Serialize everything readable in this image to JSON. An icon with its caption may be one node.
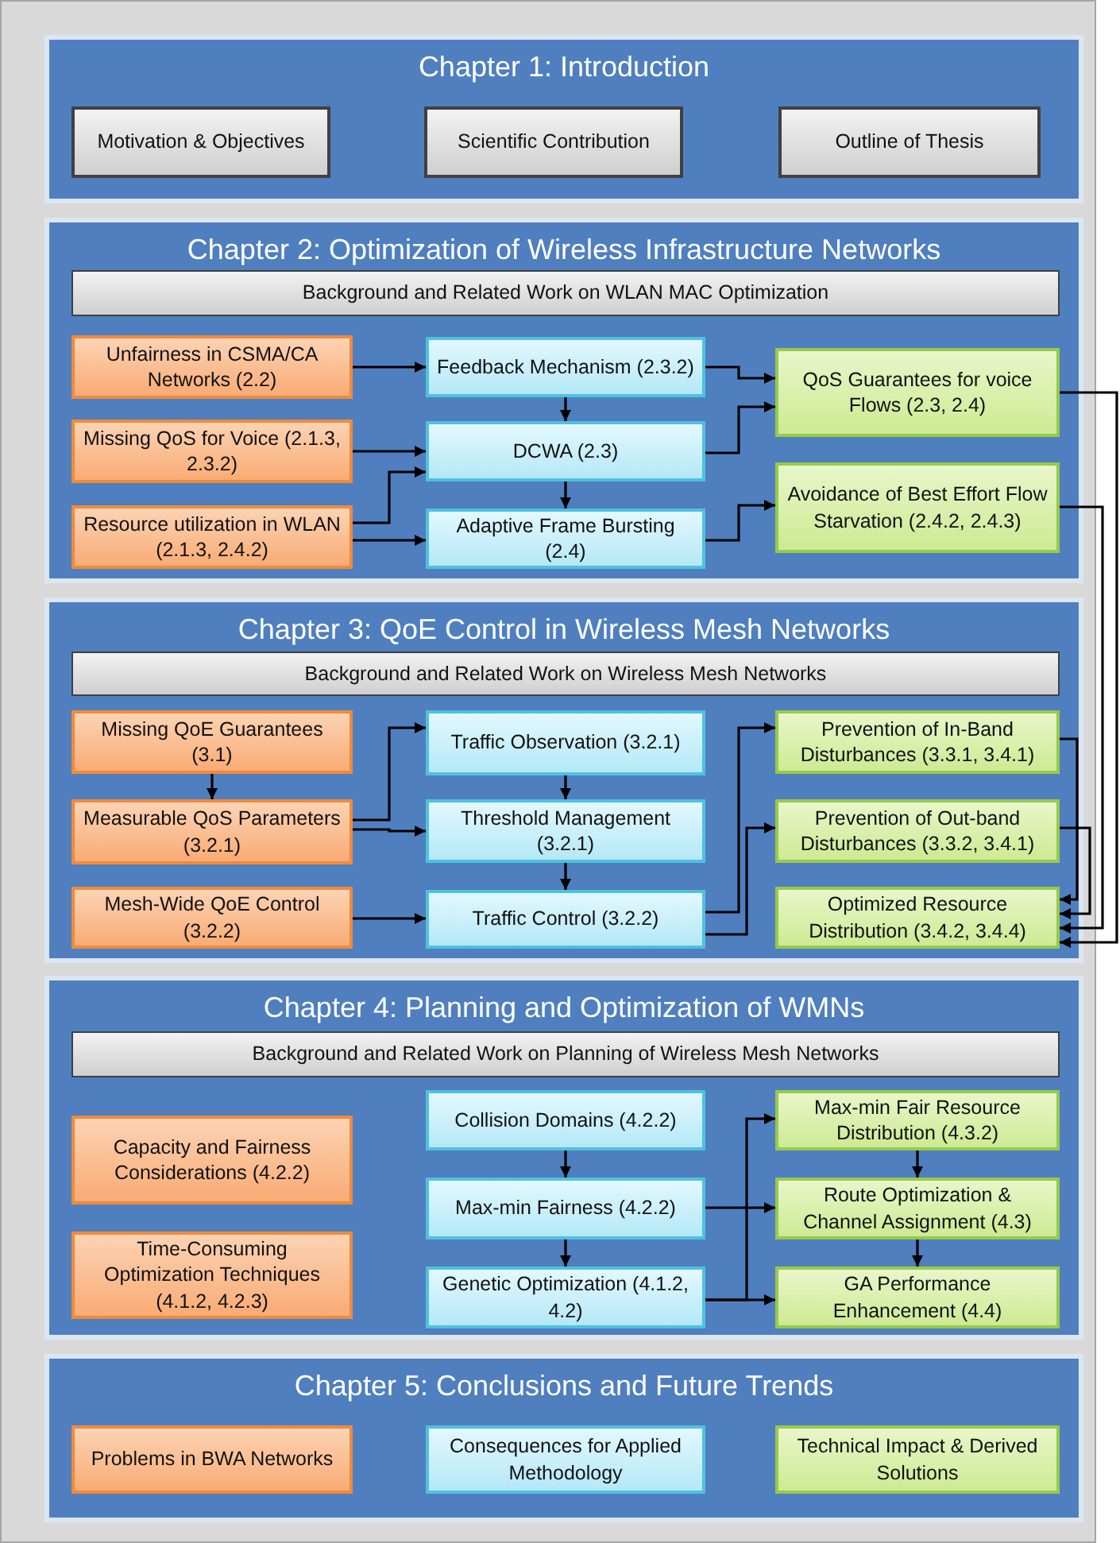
{
  "diagram": {
    "nodes": [
      {
        "text": [
          "Chapter 1: Introduction"
        ]
      },
      {
        "text": [
          "Motivation & Objectives"
        ],
        "in": 0
      },
      {
        "text": [
          "Scientific Contribution"
        ],
        "in": 0
      },
      {
        "text": [
          "Outline of Thesis"
        ],
        "in": 0
      },
      {
        "text": [
          "Chapter 2: Optimization of Wireless Infrastructure Networks"
        ]
      },
      {
        "text": [
          "Background and Related Work on WLAN MAC Optimization"
        ],
        "in": 4
      },
      {
        "text": [
          "Unfairness in CSMA/CA Networks (2.2)"
        ],
        "in": 4
      },
      {
        "text": [
          "Missing QoS for Voice (2.1.3, 2.3.2)"
        ],
        "in": 4
      },
      {
        "text": [
          "Resource utilization in WLAN (2.1.3, 2.4.2)"
        ],
        "in": 4
      },
      {
        "text": [
          "Feedback Mechanism (2.3.2)"
        ],
        "in": 4
      },
      {
        "text": [
          "DCWA (2.3)"
        ],
        "in": 4
      },
      {
        "text": [
          "Adaptive Frame Bursting (2.4)"
        ],
        "in": 4
      },
      {
        "text": [
          "QoS Guarantees for voice Flows (2.3, 2.4)"
        ],
        "in": 4
      },
      {
        "text": [
          "Avoidance of Best Effort Flow Starvation (2.4.2, 2.4.3)"
        ],
        "in": 4
      },
      {
        "text": [
          "Chapter 3: QoE Control in Wireless Mesh Networks"
        ]
      },
      {
        "text": [
          "Background and Related Work on Wireless Mesh Networks"
        ],
        "in": 14
      },
      {
        "text": [
          "Missing QoE Guarantees (3.1)"
        ],
        "in": 14
      },
      {
        "text": [
          "Measurable QoS Parameters (3.2.1)"
        ],
        "in": 14
      },
      {
        "text": [
          "Mesh-Wide QoE Control (3.2.2)"
        ],
        "in": 14
      },
      {
        "text": [
          "Traffic Observation (3.2.1)"
        ],
        "in": 14
      },
      {
        "text": [
          "Threshold Management (3.2.1)"
        ],
        "in": 14
      },
      {
        "text": [
          "Traffic Control (3.2.2)"
        ],
        "in": 14
      },
      {
        "text": [
          "Prevention of In-Band Disturbances (3.3.1, 3.4.1)"
        ],
        "in": 14
      },
      {
        "text": [
          "Prevention of Out-band Disturbances (3.3.2, 3.4.1)"
        ],
        "in": 14
      },
      {
        "text": [
          "Optimized Resource Distribution (3.4.2, 3.4.4)"
        ],
        "in": 14
      },
      {
        "text": [
          "Chapter 4: Planning and Optimization of WMNs"
        ]
      },
      {
        "text": [
          "Background and Related Work on Planning of Wireless Mesh Networks"
        ],
        "in": 25
      },
      {
        "text": [
          "Capacity and Fairness Considerations (4.2.2)"
        ],
        "in": 25
      },
      {
        "text": [
          "Time-Consuming Optimization Techniques (4.1.2, 4.2.3)"
        ],
        "in": 25
      },
      {
        "text": [
          "Collision Domains (4.2.2)"
        ],
        "in": 25
      },
      {
        "text": [
          "Max-min Fairness (4.2.2)"
        ],
        "in": 25
      },
      {
        "text": [
          "Genetic Optimization (4.1.2, 4.2)"
        ],
        "in": 25
      },
      {
        "text": [
          "Max-min Fair Resource Distribution (4.3.2)"
        ],
        "in": 25
      },
      {
        "text": [
          "Route Optimization & Channel Assignment (4.3)"
        ],
        "in": 25
      },
      {
        "text": [
          "GA Performance Enhancement (4.4)"
        ],
        "in": 25
      },
      {
        "text": [
          "Chapter 5: Conclusions and Future Trends"
        ]
      },
      {
        "text": [
          "Problems in BWA Networks"
        ],
        "in": 35
      },
      {
        "text": [
          "Consequences for Applied Methodology"
        ],
        "in": 35
      },
      {
        "text": [
          "Technical Impact & Derived Solutions"
        ],
        "in": 35
      }
    ],
    "edges": [
      {
        "from": 6,
        "to": 9,
        "arrow": "to"
      },
      {
        "from": 7,
        "to": 10,
        "arrow": "to"
      },
      {
        "from": 8,
        "to": 10,
        "arrow": "to"
      },
      {
        "from": 8,
        "to": 11,
        "arrow": "to"
      },
      {
        "from": 9,
        "to": 10,
        "arrow": "to"
      },
      {
        "from": 10,
        "to": 11,
        "arrow": "to"
      },
      {
        "from": 9,
        "to": 12,
        "arrow": "to"
      },
      {
        "from": 10,
        "to": 12,
        "arrow": "to"
      },
      {
        "from": 11,
        "to": 13,
        "arrow": "to"
      },
      {
        "from": 12,
        "to": 24,
        "arrow": "to"
      },
      {
        "from": 13,
        "to": 24,
        "arrow": "to"
      },
      {
        "from": 16,
        "to": 17,
        "arrow": "to"
      },
      {
        "from": 17,
        "to": 19,
        "arrow": "to"
      },
      {
        "from": 17,
        "to": 20,
        "arrow": "to"
      },
      {
        "from": 19,
        "to": 20,
        "arrow": "to"
      },
      {
        "from": 20,
        "to": 21,
        "arrow": "to"
      },
      {
        "from": 18,
        "to": 21,
        "arrow": "to"
      },
      {
        "from": 21,
        "to": 22,
        "arrow": "to"
      },
      {
        "from": 21,
        "to": 23,
        "arrow": "to"
      },
      {
        "from": 22,
        "to": 24,
        "arrow": "to"
      },
      {
        "from": 23,
        "to": 24,
        "arrow": "to"
      },
      {
        "from": 29,
        "to": 30,
        "arrow": "to"
      },
      {
        "from": 30,
        "to": 31,
        "arrow": "to"
      },
      {
        "from": 30,
        "to": 33,
        "arrow": "to"
      },
      {
        "from": 31,
        "to": 34,
        "arrow": "to"
      },
      {
        "from": 31,
        "to": 32,
        "arrow": "to"
      },
      {
        "from": 32,
        "to": 33,
        "arrow": "to"
      },
      {
        "from": 33,
        "to": 34,
        "arrow": "to"
      }
    ]
  }
}
